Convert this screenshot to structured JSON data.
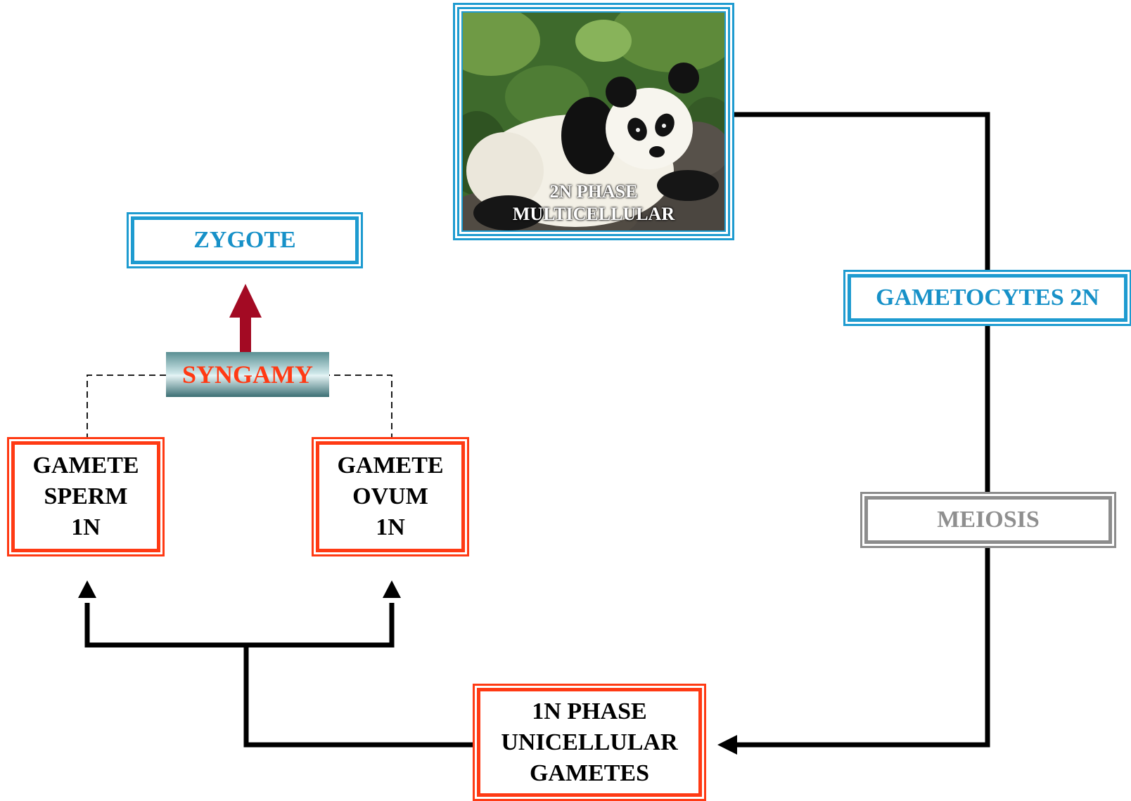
{
  "phase_2n": {
    "caption": "2N PHASE\nMULTICELLULAR"
  },
  "zygote": {
    "label": "ZYGOTE"
  },
  "syngamy": {
    "label": "SYNGAMY"
  },
  "gametocytes": {
    "label": "GAMETOCYTES 2N"
  },
  "meiosis": {
    "label": "MEIOSIS"
  },
  "gamete_sperm": {
    "label": "GAMETE\nSPERM\n1N"
  },
  "gamete_ovum": {
    "label": "GAMETE\nOVUM\n1N"
  },
  "phase_1n": {
    "label": "1N PHASE\nUNICELLULAR\nGAMETES"
  },
  "colors": {
    "blue": "#1e9bd0",
    "red": "#ff3a14",
    "gray": "#8c8c8c",
    "arrow_dark_red": "#a30a23",
    "connector": "#000000"
  }
}
